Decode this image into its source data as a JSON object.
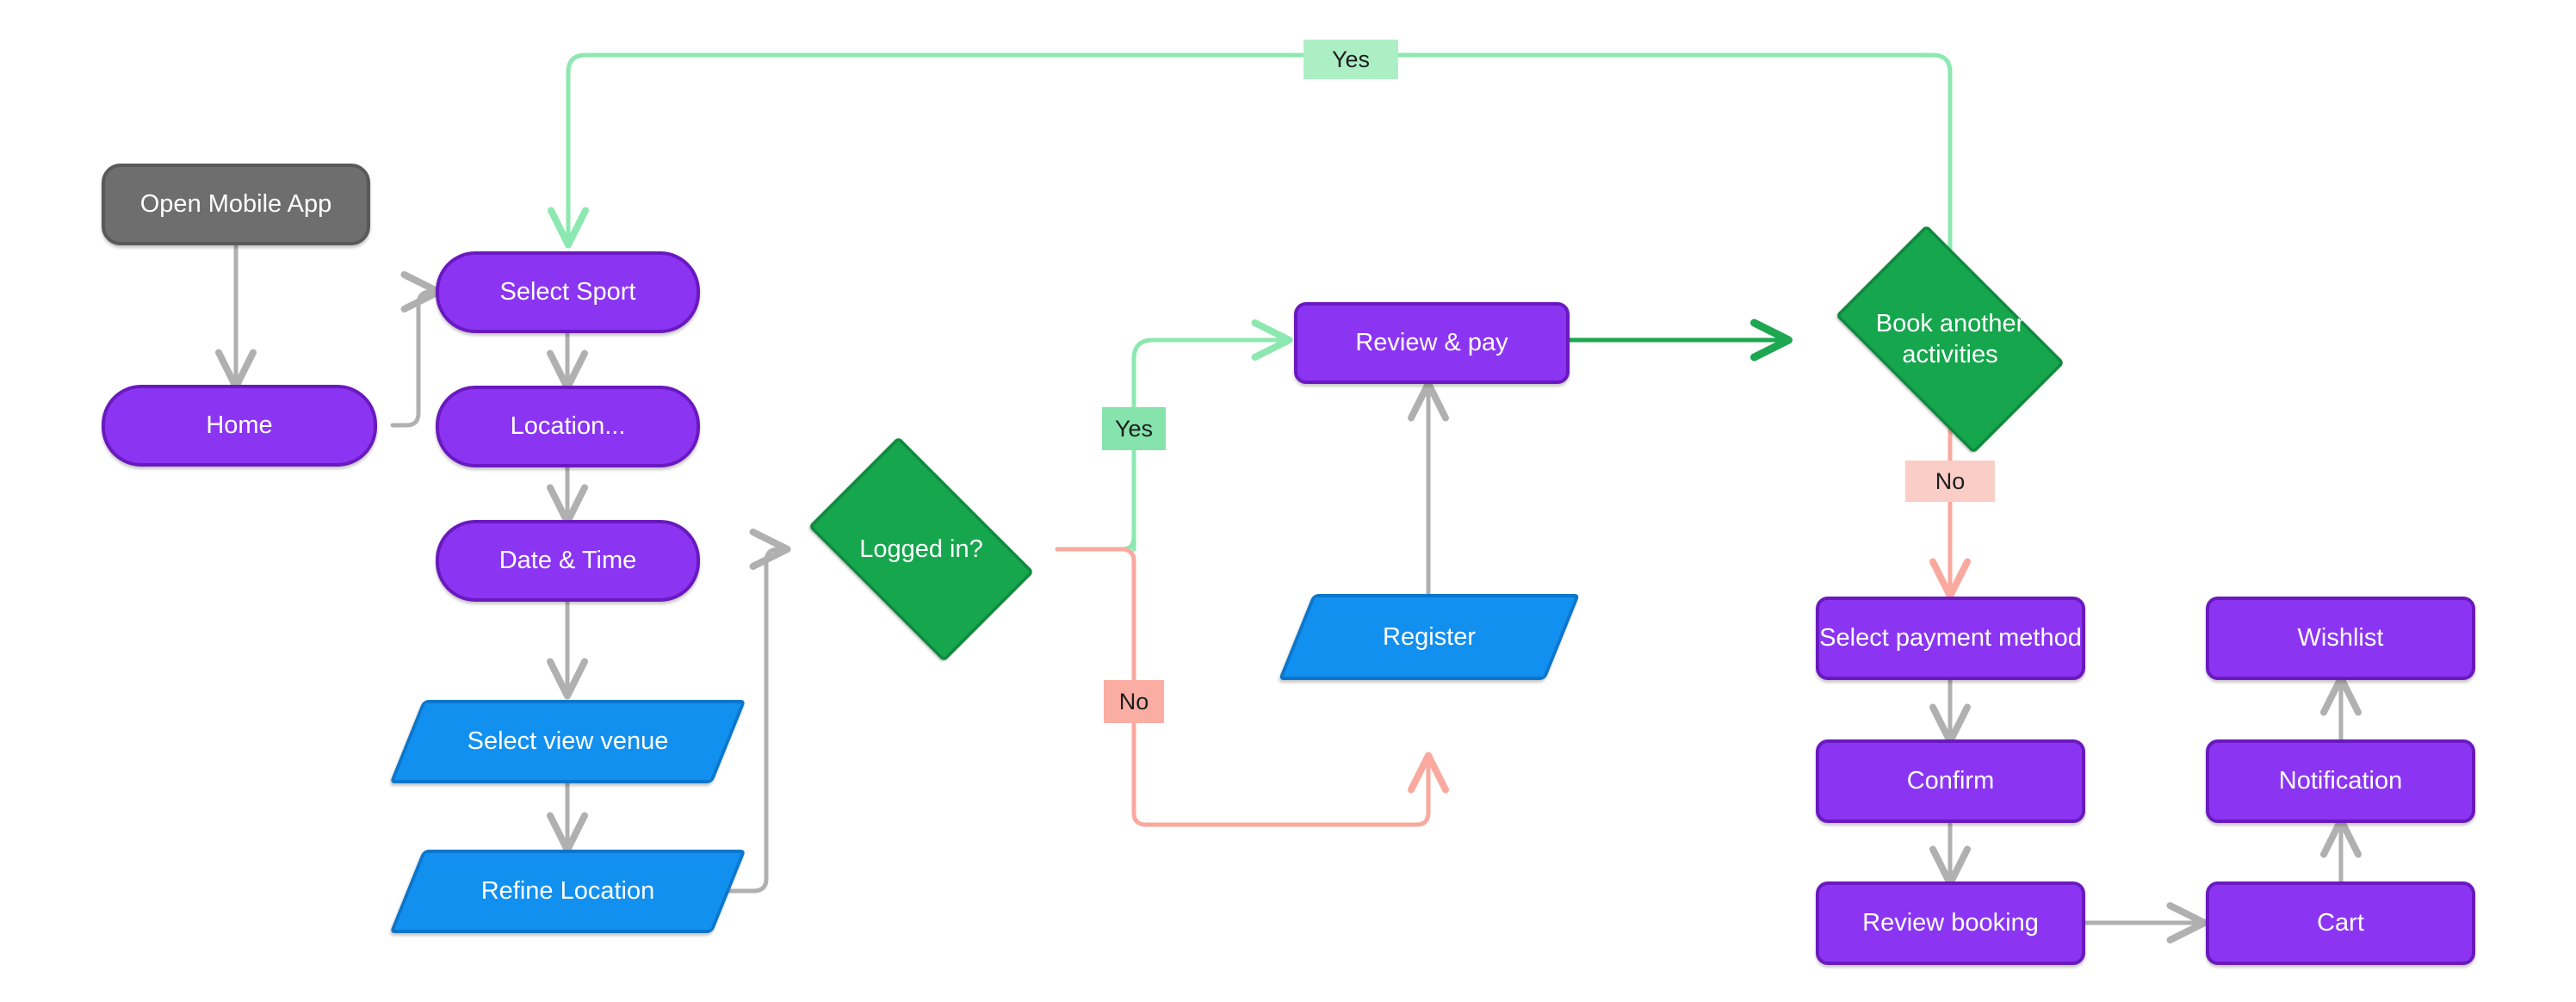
{
  "diagram": {
    "type": "flowchart",
    "title": "Sports venue booking mobile app user flow",
    "background": "#ffffff",
    "palette": {
      "start_fill": "#6e6e6e",
      "start_stroke": "#595959",
      "process_fill": "#8B35F2",
      "process_stroke": "#6a19c0",
      "io_fill": "#1290f0",
      "io_stroke": "#0b76cc",
      "decision_fill": "#16a64d",
      "decision_stroke": "#0e8a3e",
      "edge_default": "#b0b0b0",
      "edge_yes": "#8ce8b0",
      "edge_yes_strong": "#1DA750",
      "edge_no": "#F9A99E",
      "label_yes_soft_bg": "#ADEFC5",
      "label_yes_bg": "#86E3AC",
      "label_no_bg": "#FAADA2",
      "label_no_soft_bg": "#FACDC6"
    },
    "nodes": [
      {
        "id": "open_mobile_app",
        "label": "Open Mobile App",
        "shape": "start"
      },
      {
        "id": "home",
        "label": "Home",
        "shape": "process"
      },
      {
        "id": "select_sport",
        "label": "Select Sport",
        "shape": "process"
      },
      {
        "id": "location",
        "label": "Location...",
        "shape": "process"
      },
      {
        "id": "date_time",
        "label": "Date & Time",
        "shape": "process"
      },
      {
        "id": "select_view_venue",
        "label": "Select view venue",
        "shape": "io"
      },
      {
        "id": "refine_location",
        "label": "Refine Location",
        "shape": "io"
      },
      {
        "id": "logged_in",
        "label": "Logged in?",
        "shape": "decision"
      },
      {
        "id": "register",
        "label": "Register",
        "shape": "io"
      },
      {
        "id": "review_pay",
        "label": "Review & pay",
        "shape": "process"
      },
      {
        "id": "book_another",
        "label": "Book another activities",
        "shape": "decision",
        "label_lines": [
          "Book another",
          "activities"
        ]
      },
      {
        "id": "select_payment_method",
        "label": "Select payment method",
        "shape": "process"
      },
      {
        "id": "confirm",
        "label": "Confirm",
        "shape": "process"
      },
      {
        "id": "review_booking",
        "label": "Review booking",
        "shape": "process"
      },
      {
        "id": "wishlist",
        "label": "Wishlist",
        "shape": "process"
      },
      {
        "id": "notification",
        "label": "Notification",
        "shape": "process"
      },
      {
        "id": "cart",
        "label": "Cart",
        "shape": "process"
      }
    ],
    "edge_labels": [
      {
        "id": "label_yes_top",
        "text": "Yes",
        "from": "book_another",
        "to": "select_sport"
      },
      {
        "id": "label_yes_loggedin",
        "text": "Yes",
        "from": "logged_in",
        "to": "review_pay"
      },
      {
        "id": "label_no_loggedin",
        "text": "No",
        "from": "logged_in",
        "to": "register"
      },
      {
        "id": "label_no_bookanother",
        "text": "No",
        "from": "book_another",
        "to": "select_payment_method"
      }
    ],
    "edges": [
      {
        "from": "open_mobile_app",
        "to": "home",
        "color": "#b0b0b0"
      },
      {
        "from": "home",
        "to": "select_sport",
        "color": "#b0b0b0"
      },
      {
        "from": "select_sport",
        "to": "location",
        "color": "#b0b0b0"
      },
      {
        "from": "location",
        "to": "date_time",
        "color": "#b0b0b0"
      },
      {
        "from": "date_time",
        "to": "select_view_venue",
        "color": "#b0b0b0"
      },
      {
        "from": "select_view_venue",
        "to": "refine_location",
        "color": "#b0b0b0"
      },
      {
        "from": "refine_location",
        "to": "logged_in",
        "color": "#b0b0b0"
      },
      {
        "from": "logged_in",
        "to": "review_pay",
        "color": "#8ce8b0",
        "label": "Yes"
      },
      {
        "from": "logged_in",
        "to": "register",
        "color": "#F9A99E",
        "label": "No"
      },
      {
        "from": "register",
        "to": "review_pay",
        "color": "#b0b0b0"
      },
      {
        "from": "review_pay",
        "to": "book_another",
        "color": "#1DA750"
      },
      {
        "from": "book_another",
        "to": "select_sport",
        "color": "#8ce8b0",
        "label": "Yes"
      },
      {
        "from": "book_another",
        "to": "select_payment_method",
        "color": "#F9A99E",
        "label": "No"
      },
      {
        "from": "select_payment_method",
        "to": "confirm",
        "color": "#b0b0b0"
      },
      {
        "from": "confirm",
        "to": "review_booking",
        "color": "#b0b0b0"
      },
      {
        "from": "review_booking",
        "to": "cart",
        "color": "#b0b0b0"
      },
      {
        "from": "cart",
        "to": "notification",
        "color": "#b0b0b0"
      },
      {
        "from": "notification",
        "to": "wishlist",
        "color": "#b0b0b0"
      }
    ]
  }
}
